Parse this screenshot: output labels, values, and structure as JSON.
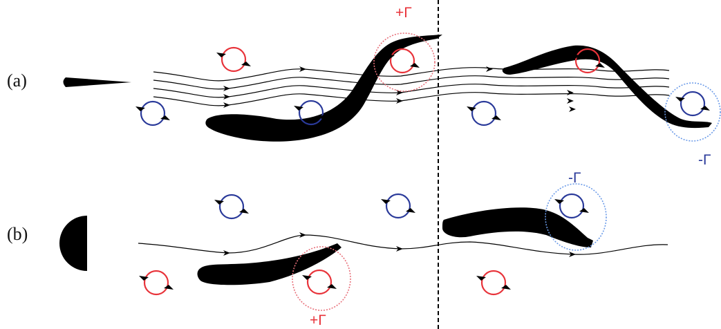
{
  "panels": [
    {
      "label": "(a)"
    },
    {
      "label": "(b)"
    }
  ],
  "annotations": [
    {
      "text": "+Γ",
      "color": "#e8333a"
    },
    {
      "text": "-Γ",
      "color": "#2a3a9a"
    },
    {
      "text": "-Γ",
      "color": "#2a3a9a"
    },
    {
      "text": "+Γ",
      "color": "#e8333a"
    }
  ],
  "colors": {
    "positive_vortex": "#e8333a",
    "negative_vortex": "#2a3a9a",
    "positive_circle": "#e8707a",
    "negative_circle": "#6a9ae8",
    "body": "#000000",
    "streamline": "#000000"
  }
}
